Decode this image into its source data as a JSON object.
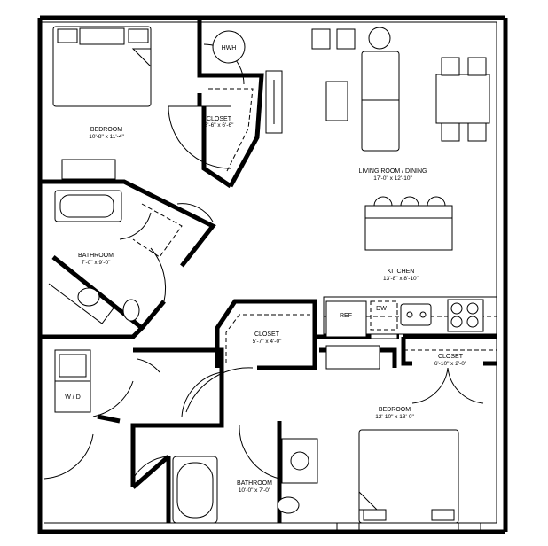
{
  "rooms": {
    "bedroom1": {
      "name": "BEDROOM",
      "size": "10'-8\" x 11'-4\""
    },
    "closet1": {
      "name": "CLOSET",
      "size": "3'-6\" x 6'-6\""
    },
    "living": {
      "name": "LIVING ROOM / DINING",
      "size": "17'-0\" x 12'-10\""
    },
    "bathroom1": {
      "name": "BATHROOM",
      "size": "7'-0\" x 9'-0\""
    },
    "kitchen": {
      "name": "KITCHEN",
      "size": "13'-8\" x 8'-10\""
    },
    "closet2": {
      "name": "CLOSET",
      "size": "5'-7\" x 4'-0\""
    },
    "closet3": {
      "name": "CLOSET",
      "size": "6'-10\" x 2'-0\""
    },
    "bedroom2": {
      "name": "BEDROOM",
      "size": "12'-10\" x 13'-0\""
    },
    "bathroom2": {
      "name": "BATHROOM",
      "size": "10'-0\" x 7'-0\""
    }
  },
  "fixtures": {
    "hwh": "HWH",
    "ref": "REF",
    "dw": "DW",
    "wd": "W / D"
  }
}
